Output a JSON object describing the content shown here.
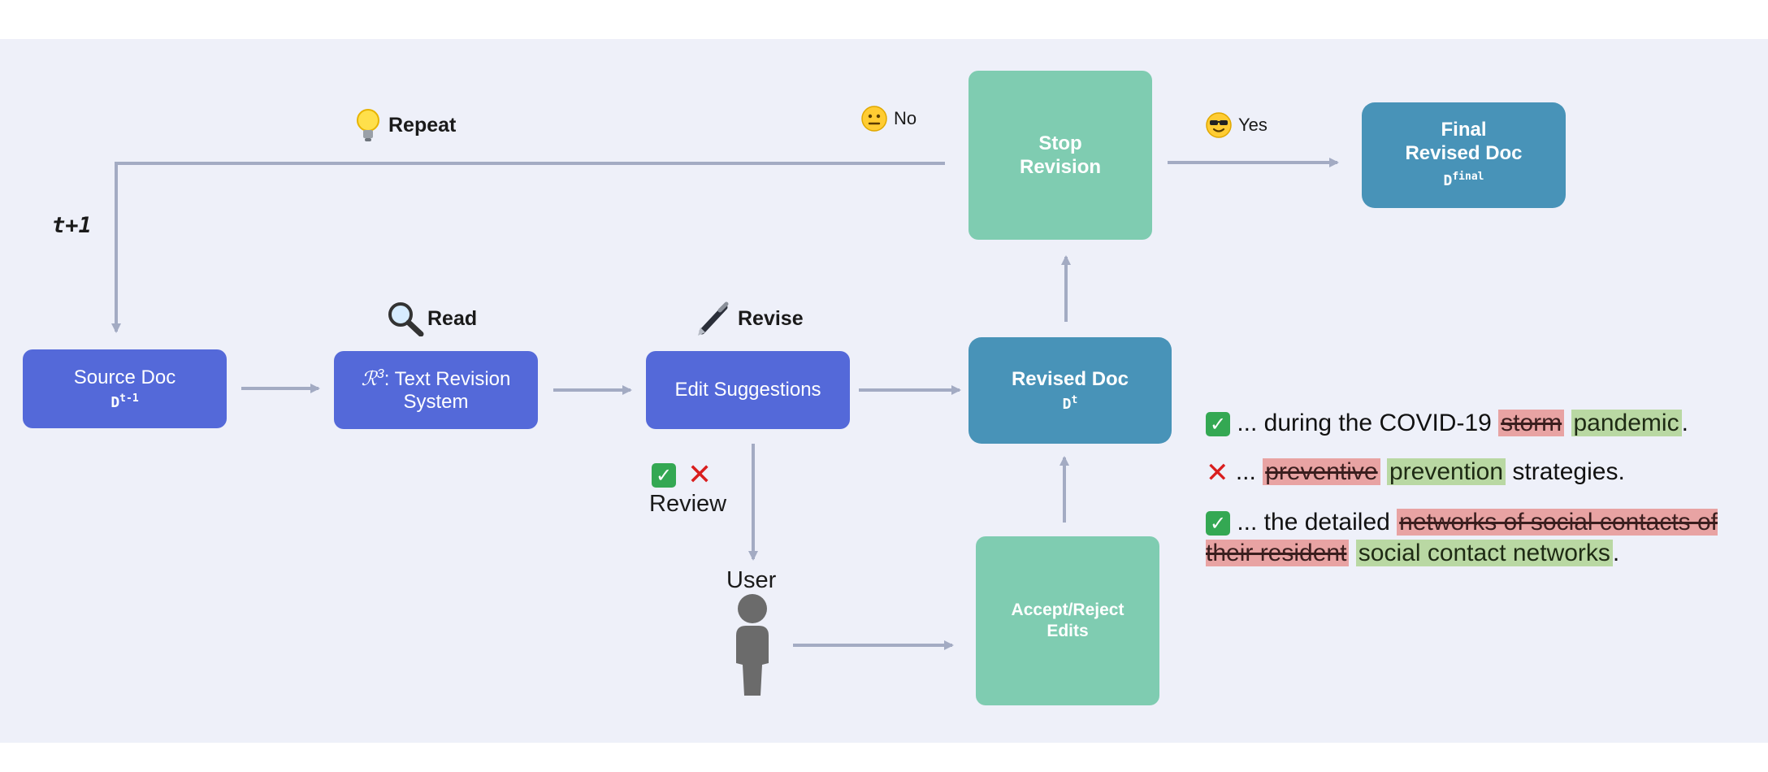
{
  "loop": {
    "repeat_label": "Repeat",
    "t_label": "t+1",
    "no_label": "No",
    "yes_label": "Yes"
  },
  "steps": {
    "read_label": "Read",
    "revise_label": "Revise",
    "review_label": "Review",
    "user_label": "User"
  },
  "boxes": {
    "source": {
      "title": "Source Doc",
      "sym": "D",
      "sup": "t-1"
    },
    "system": {
      "title_suffix": ": Text Revision System",
      "sym": "ℛ",
      "sup": "3"
    },
    "edit": {
      "title": "Edit Suggestions"
    },
    "revised": {
      "title": "Revised Doc",
      "sym": "D",
      "sup": "t"
    },
    "stop": {
      "line1": "Stop",
      "line2": "Revision"
    },
    "final": {
      "line1": "Final",
      "line2": "Revised Doc",
      "sym": "D",
      "sup": "final"
    },
    "accept": {
      "line1": "Accept/Reject",
      "line2": "Edits"
    }
  },
  "examples": [
    {
      "mark": "accept",
      "prefix": "... during the COVID-19 ",
      "deleted": "storm",
      "inserted": "pandemic",
      "suffix": "."
    },
    {
      "mark": "reject",
      "prefix": "... ",
      "deleted": "preventive",
      "inserted": "prevention",
      "suffix": " strategies."
    },
    {
      "mark": "accept",
      "prefix": "... the detailed ",
      "deleted": "networks of social contacts of their resident",
      "inserted": "social contact networks",
      "suffix": "."
    }
  ],
  "colors": {
    "blue_box": "#5469d9",
    "teal_box": "#4893b8",
    "green_box": "#7fccb1",
    "arrow": "#a3abc3",
    "panel_bg": "#eef0f9",
    "deleted_bg": "#e8a3a3",
    "inserted_bg": "#b9d8a3"
  },
  "icons": [
    "lightbulb-icon",
    "magnifier-icon",
    "pen-icon",
    "neutral-face-icon",
    "sunglasses-face-icon",
    "check-icon",
    "cross-icon",
    "user-icon"
  ]
}
